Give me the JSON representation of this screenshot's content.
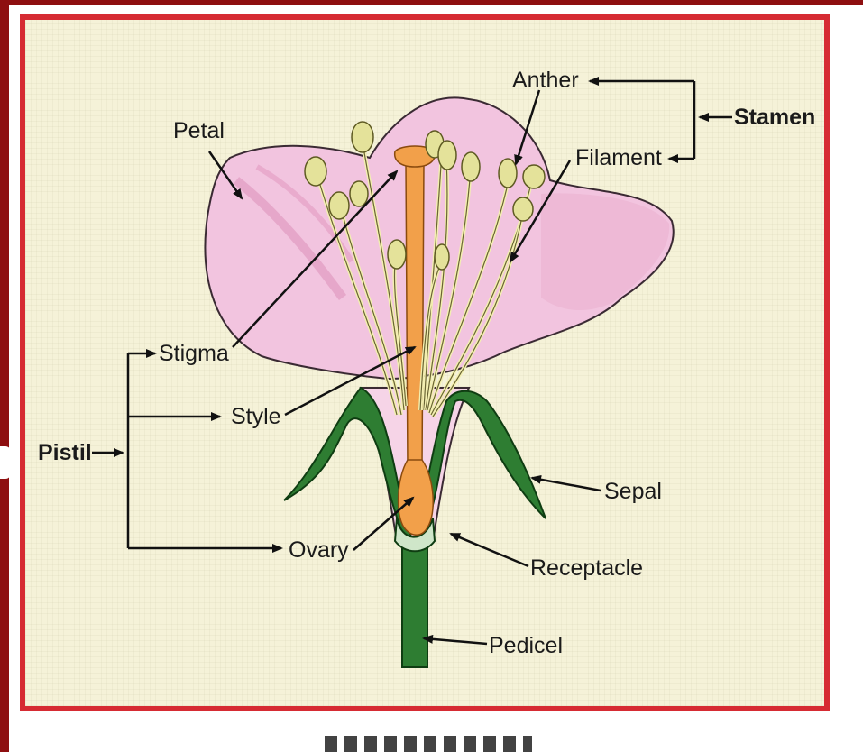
{
  "labels": {
    "petal": "Petal",
    "anther": "Anther",
    "stamen": "Stamen",
    "filament": "Filament",
    "stigma": "Stigma",
    "style": "Style",
    "pistil": "Pistil",
    "ovary": "Ovary",
    "sepal": "Sepal",
    "receptacle": "Receptacle",
    "pedicel": "Pedicel"
  },
  "colors": {
    "background": "#8e0f10",
    "frame_border": "#d62b33",
    "frame_fill": "#f5f2d8",
    "petal": "#f2c4df",
    "sepal": "#2e7d32",
    "pistil": "#f2a04a",
    "stamen": "#f3efb0"
  }
}
